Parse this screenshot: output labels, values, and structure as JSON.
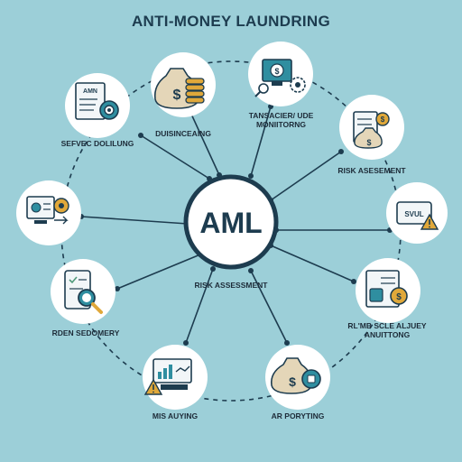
{
  "title": "ANTI-MONEY LAUNDRING",
  "center": {
    "label": "AML",
    "sublabel": "RISK ASSESSMENT"
  },
  "nodes": [
    {
      "label": "SEFVEC DOLILUNG",
      "icon": "document-target-icon"
    },
    {
      "label": "DUISINCEAING",
      "icon": "money-bag-coins-icon"
    },
    {
      "label": "TANSACIER/ UDE\nMONIITORNG",
      "icon": "monitor-gear-icon"
    },
    {
      "label": "RISK ASESEMENT",
      "icon": "clipboard-moneybag-icon"
    },
    {
      "label": "",
      "icon": "id-card-warning-icon",
      "badge": "SVUL"
    },
    {
      "label": "RL'MB SCLE ALJUEY\nANUITTONG",
      "icon": "document-badge-icon"
    },
    {
      "label": "AR PORYTING",
      "icon": "money-bag-padlock-icon"
    },
    {
      "label": "MIS AUYING",
      "icon": "report-warning-icon"
    },
    {
      "label": "RDEN SEDOMERY",
      "icon": "tablet-magnifier-icon"
    },
    {
      "label": "",
      "icon": "computer-transfer-icon"
    }
  ],
  "colors": {
    "background": "#9ccfd8",
    "navy": "#1d3c4f",
    "gold": "#e0a83a",
    "teal": "#2f8ea0",
    "green": "#4f9a7a"
  }
}
